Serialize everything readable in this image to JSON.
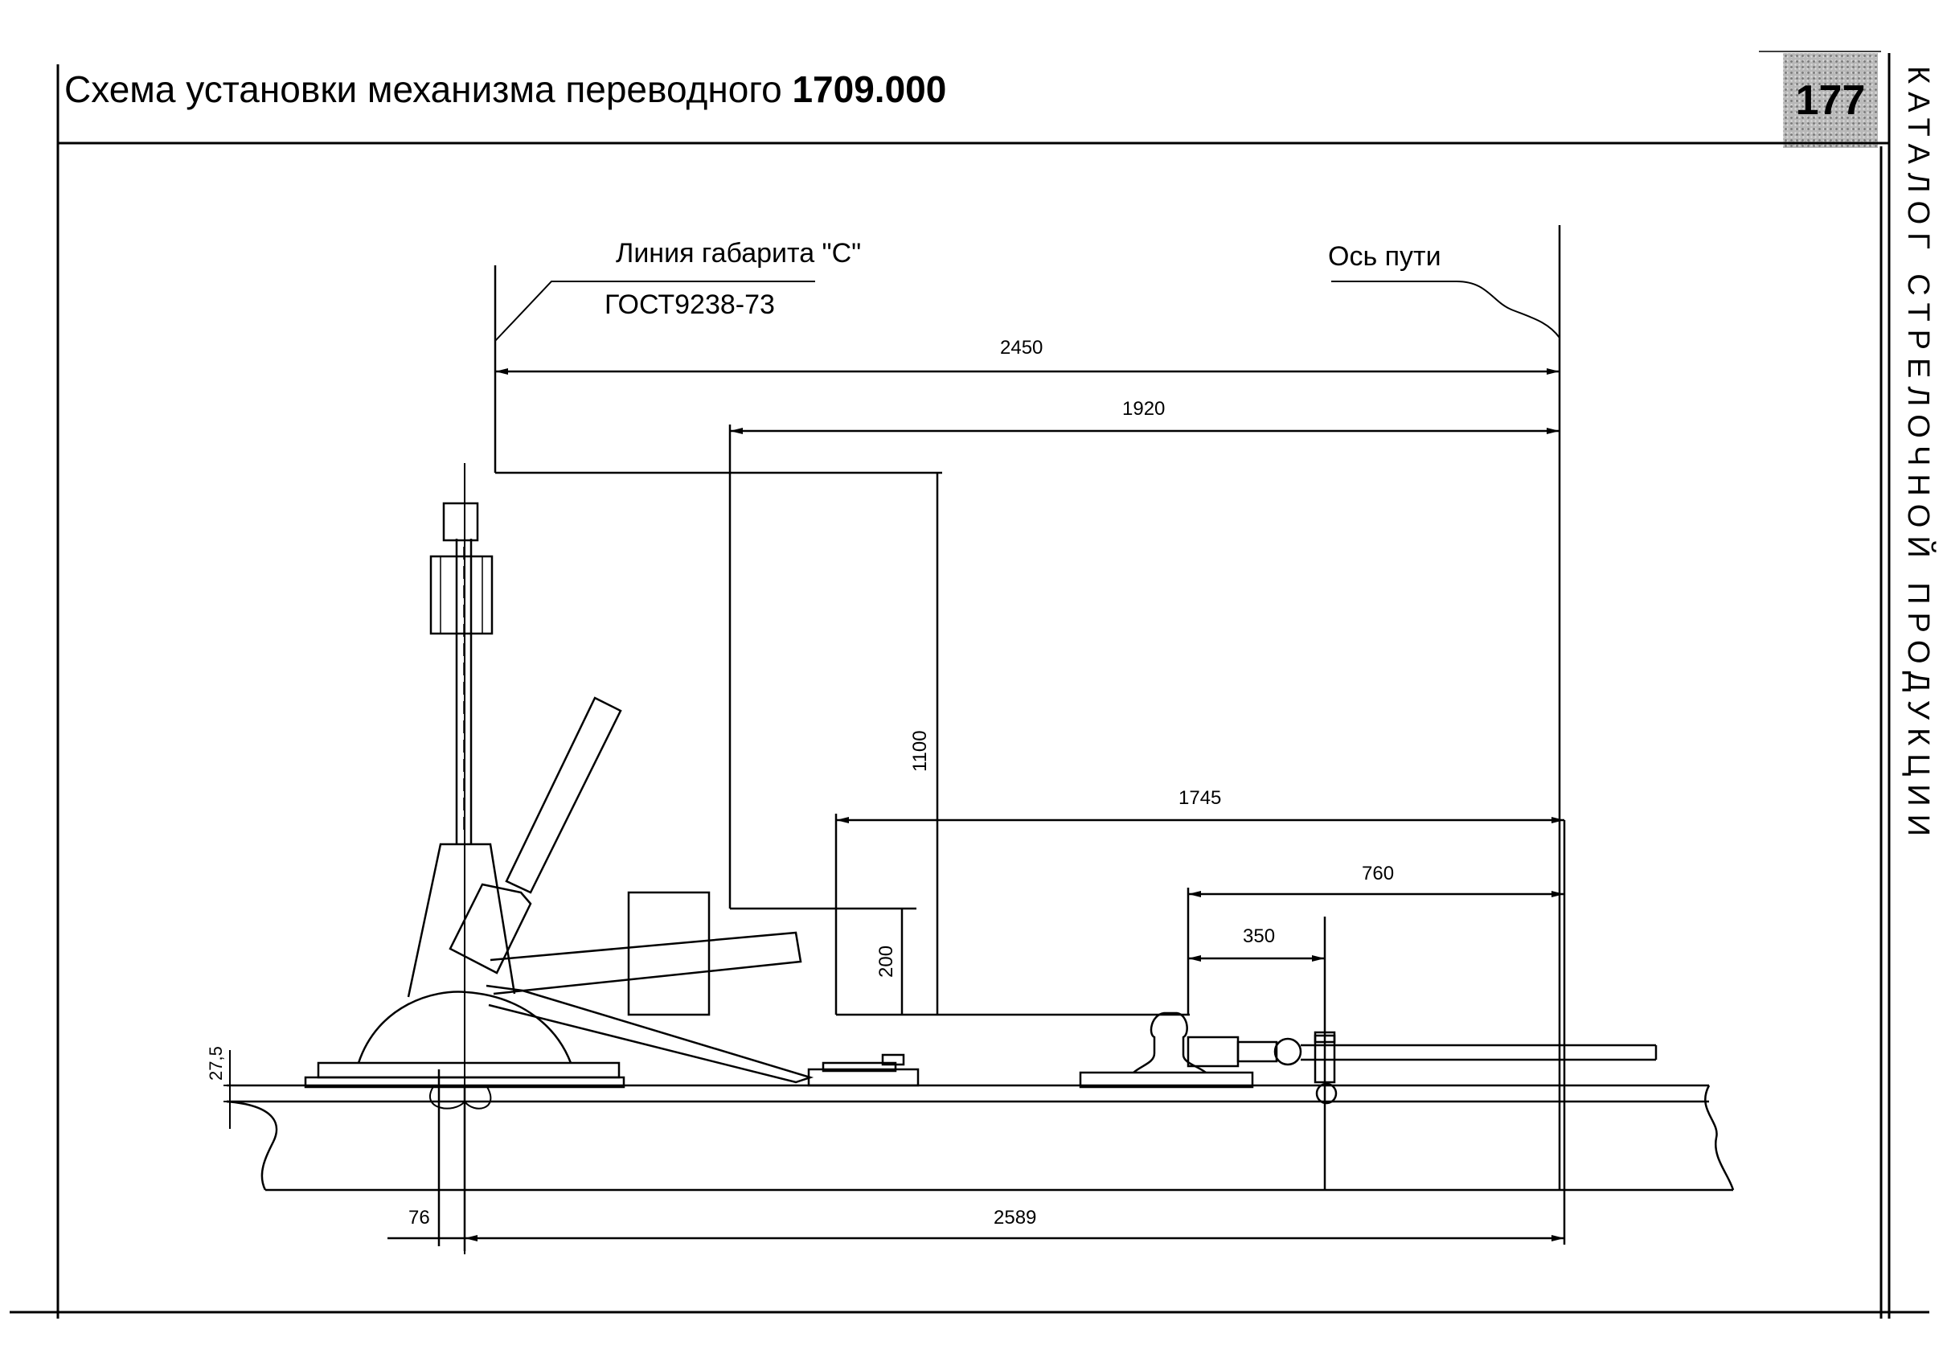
{
  "header": {
    "title": "Схема установки механизма переводного",
    "code": "1709.000",
    "page_number": "177"
  },
  "side_label": "КАТАЛОГ СТРЕЛОЧНОЙ ПРОДУКЦИИ",
  "drawing": {
    "gauge_line_label": "Линия габарита \"С\"",
    "gauge_standard": "ГОСТ9238-73",
    "track_axis_label": "Ось пути",
    "dimensions": {
      "d2450": "2450",
      "d1920": "1920",
      "d1100": "1100",
      "d1745": "1745",
      "d760": "760",
      "d350": "350",
      "d200": "200",
      "d27_5": "27,5",
      "d76": "76",
      "d2589": "2589"
    }
  }
}
